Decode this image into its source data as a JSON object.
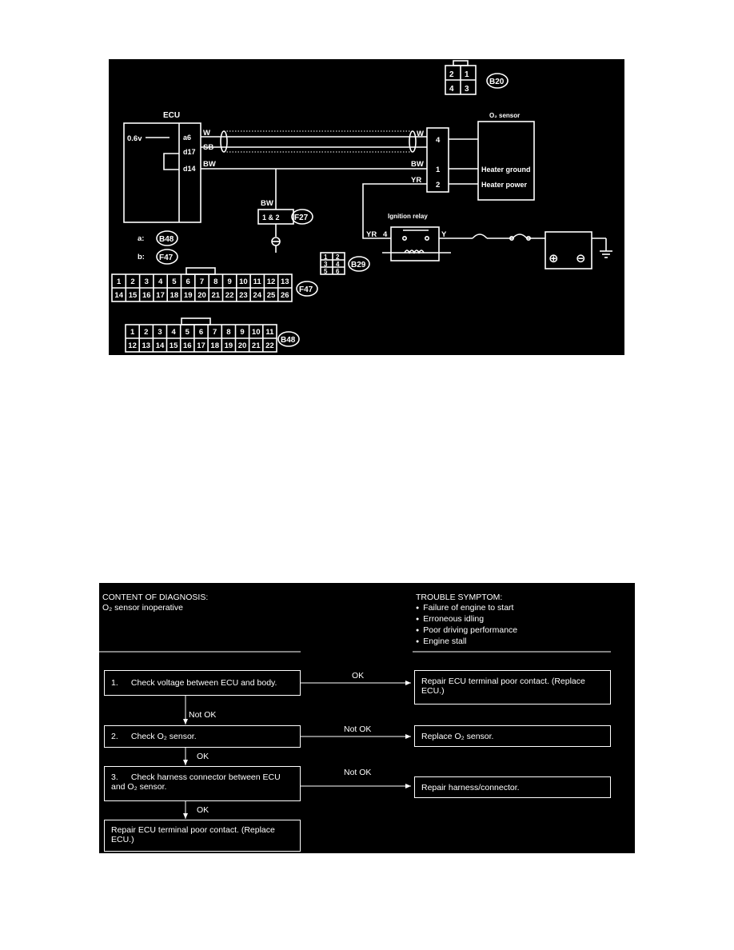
{
  "wiring": {
    "ecu_label": "ECU",
    "ecu_voltage": "0.6v",
    "ecu_pins": [
      "a6",
      "d17",
      "d14"
    ],
    "wire_colors": {
      "w": "W",
      "sb": "SB",
      "bw": "BW",
      "yr": "YR",
      "y": "Y"
    },
    "sensor_title": "O₂ sensor",
    "sensor_terminals": [
      "4",
      "1",
      "2"
    ],
    "sensor_heater_ground": "Heater ground",
    "sensor_heater_power": "Heater power",
    "ignition_relay_label": "Ignition relay",
    "relay_pin": "4",
    "f27_pins": "1 & 2",
    "connector_b20": {
      "id": "B20",
      "cells": [
        "2",
        "1",
        "4",
        "3"
      ]
    },
    "connector_f27": {
      "id": "F27"
    },
    "connector_b29": {
      "id": "B29",
      "cells": [
        "1",
        "2",
        "3",
        "4",
        "5",
        "6"
      ]
    },
    "legend_a": "a:",
    "legend_a_id": "B48",
    "legend_b": "b:",
    "legend_b_id": "F47",
    "connector_f47": {
      "id": "F47",
      "row1": [
        "1",
        "2",
        "3",
        "4",
        "5",
        "6",
        "7",
        "8",
        "9",
        "10",
        "11",
        "12",
        "13"
      ],
      "row2": [
        "14",
        "15",
        "16",
        "17",
        "18",
        "19",
        "20",
        "21",
        "22",
        "23",
        "24",
        "25",
        "26"
      ]
    },
    "connector_b48": {
      "id": "B48",
      "row1": [
        "1",
        "2",
        "3",
        "4",
        "5",
        "6",
        "7",
        "8",
        "9",
        "10",
        "11"
      ],
      "row2": [
        "12",
        "13",
        "14",
        "15",
        "16",
        "17",
        "18",
        "19",
        "20",
        "21",
        "22"
      ]
    },
    "battery_plus": "⊕",
    "battery_minus": "⊖"
  },
  "flowchart": {
    "content_title": "CONTENT OF DIAGNOSIS:",
    "content_text": "O₂ sensor inoperative",
    "symptom_title": "TROUBLE SYMPTOM:",
    "symptoms": [
      "Failure of engine to start",
      "Erroneous idling",
      "Poor driving performance",
      "Engine stall"
    ],
    "steps": [
      {
        "num": "1.",
        "text": "Check voltage between ECU and body."
      },
      {
        "num": "2.",
        "text": "Check O₂ sensor."
      },
      {
        "num": "3.",
        "text": "Check harness connector between ECU and O₂ sensor."
      },
      {
        "num": "",
        "text": "Repair ECU terminal poor contact. (Replace ECU.)"
      }
    ],
    "results": [
      "Repair ECU terminal poor contact. (Replace ECU.)",
      "Replace O₂ sensor.",
      "Repair harness/connector."
    ],
    "arrow_labels": {
      "ok": "OK",
      "not_ok": "Not OK"
    }
  }
}
